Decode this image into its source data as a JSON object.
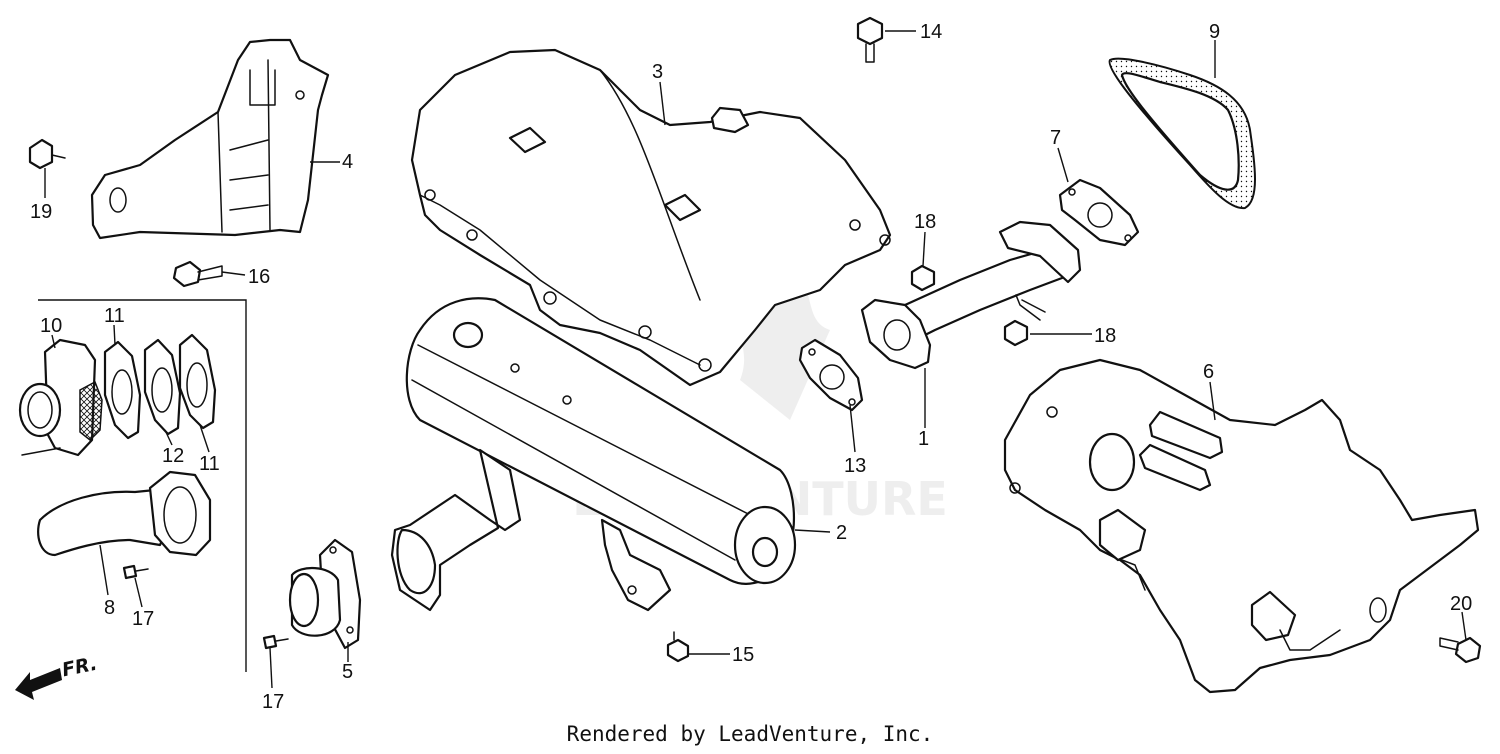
{
  "watermark": "LEADVENTURE",
  "footer": "Rendered by LeadVenture, Inc.",
  "direction_label": "FR.",
  "callouts": [
    "1",
    "2",
    "3",
    "4",
    "5",
    "6",
    "7",
    "8",
    "9",
    "10",
    "11",
    "11",
    "12",
    "13",
    "14",
    "15",
    "16",
    "17",
    "17",
    "18",
    "18",
    "19",
    "20"
  ],
  "colors": {
    "line": "#111111",
    "background": "#ffffff",
    "watermark": "#cfcfcf"
  }
}
